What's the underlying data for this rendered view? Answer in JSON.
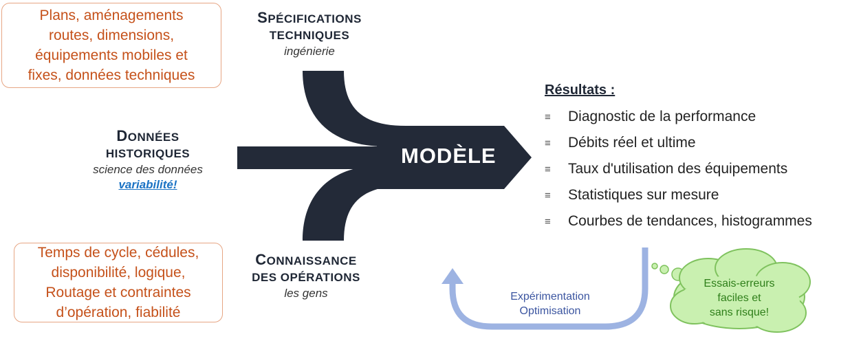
{
  "top_left_box": {
    "lines": [
      "Plans, aménagements",
      "routes, dimensions,",
      "équipements mobiles et",
      "fixes, données techniques"
    ]
  },
  "bottom_left_box": {
    "lines": [
      "Temps de cycle, cédules,",
      "disponibilité, logique,",
      "Routage et contraintes",
      "d’opération, fiabilité"
    ]
  },
  "specs": {
    "line1_cap": "S",
    "line1_rest": "PÉCIFICATIONS",
    "line2": "TECHNIQUES",
    "sub": "ingénierie"
  },
  "historique": {
    "line1_cap": "D",
    "line1_rest": "ONNÉES",
    "line2": "HISTORIQUES",
    "sub": "science des données",
    "link": "variabilité!"
  },
  "connaissance": {
    "line1_cap": "C",
    "line1_rest": "ONNAISSANCE",
    "line2": "DES OPÉRATIONS",
    "sub": "les gens"
  },
  "model": {
    "label": "MODÈLE",
    "color": "#232a38"
  },
  "results": {
    "title": "Résultats :",
    "items": [
      "Diagnostic de la performance",
      "Débits réel et ultime",
      "Taux d'utilisation des équipements",
      "Statistiques sur mesure",
      "Courbes de tendances, histogrammes"
    ],
    "bullet_icon": "list-lines-icon"
  },
  "loop": {
    "line1": "Expérimentation",
    "line2": "Optimisation",
    "color": "#8fa8dc"
  },
  "cloud": {
    "line1": "Essais-erreurs",
    "line2": "faciles et",
    "line3": "sans risque!",
    "fill": "#c9f0b0",
    "stroke": "#7fc25e"
  }
}
